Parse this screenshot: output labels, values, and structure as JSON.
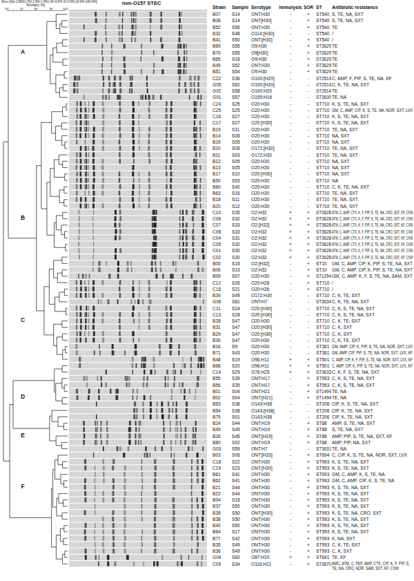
{
  "diagram": {
    "labels": [
      "Dice (Opt:1.50%) (Tol 1.5%-1.5%) (H>0.0% S>0.0%) [0.0%-100.0%]",
      "Similarity (%)",
      "60",
      "70",
      "80",
      "90",
      "100",
      "non-O157 STEC",
      "Strain",
      "Sample",
      "Serotype",
      "hemolysis",
      "SOR",
      "ST",
      "Antibiotic resistance",
      "A",
      "B",
      "C",
      "D",
      "E",
      "F",
      "B07",
      "S14",
      "ONT:H30",
      "-",
      "+",
      "ST540",
      "S, TE, NA, SXT",
      "B08",
      "S14",
      "ONT[H30]",
      "-",
      "+",
      "ST540",
      "S, TE, NA, SXT",
      "B52",
      "S56",
      "ONT:H30",
      "-",
      "+",
      "ST540",
      "TE",
      "B32",
      "S48",
      "O114:[H30]",
      "-",
      "-",
      "ST540",
      "/",
      "B41",
      "S50",
      "ONT:[H30]",
      "-",
      "+",
      "ST540",
      "/",
      "B69",
      "S55",
      "O9:H30",
      "-",
      "+",
      "ST3629",
      "TE",
      "B70",
      "S55",
      "O9[H30]",
      "-",
      "+",
      "ST3629",
      "TE",
      "B65",
      "S18",
      "O9:H30",
      "-",
      "+",
      "ST3629",
      "TE",
      "B49",
      "S52",
      "ONT:H30",
      "-",
      "+",
      "ST3629",
      "TE",
      "B51",
      "S54",
      "O9:H30",
      "-",
      "+",
      "ST3629",
      "TE",
      "C22",
      "S36",
      "O100:[H20]",
      "-",
      "-",
      "ST2514",
      "C, AMP, F, PIP, S, TE, NA, KF",
      "G05",
      "S62",
      "O100:[H20]",
      "-",
      "-",
      "ST2514",
      "C, K, TE, NA, SXT",
      "G02",
      "S58",
      "O100:H20",
      "-",
      "-",
      "ST2514",
      "TE",
      "G01",
      "S57",
      "O159:H16",
      "-",
      "-",
      "ST3630",
      "TE, NA",
      "C24",
      "S25",
      "O20:H30",
      "-",
      "-",
      "ST710",
      "K, S, TE, NA, SXT",
      "C25",
      "S25",
      "O20:H30",
      "-",
      "-",
      "ST710",
      "GM, C, AMP, CIP, K, S, TE, NA, NOR, SXT, LVX",
      "C16",
      "S27",
      "O20:H30",
      "-",
      "-",
      "ST710",
      "K, S, TE, NA, SXT",
      "C17",
      "S27",
      "O20:[H30]",
      "-",
      "-",
      "ST710",
      "K, S, TE, NA, SXT",
      "B19",
      "S11",
      "O20:H30",
      "-",
      "-",
      "ST710",
      "TE, NA, SXT",
      "B14",
      "S08",
      "O20:H30",
      "-",
      "-",
      "ST710",
      "NA, SXT",
      "B15",
      "S05",
      "O20:H30",
      "-",
      "-",
      "ST710",
      "NA, SXT",
      "B10",
      "S08",
      "O172:[H30]",
      "-",
      "-",
      "ST710",
      "TE, NA, SXT",
      "B11",
      "S03",
      "O172:H30",
      "-",
      "-",
      "ST710",
      "TE, NA, SXT",
      "B12",
      "S05",
      "O20:H30",
      "-",
      "-",
      "ST710",
      "NA, SXT",
      "B13",
      "S05",
      "O20:H30",
      "-",
      "-",
      "ST710",
      "NA, SXT",
      "B17",
      "S10",
      "O20:[H30]",
      "-",
      "-",
      "ST710",
      "NA, SXT",
      "B50",
      "S53",
      "O20:H30",
      "-",
      "-",
      "ST710",
      "NA",
      "B60",
      "S40",
      "O20:H30",
      "-",
      "-",
      "ST710",
      "C, K, TE, NA, SXT",
      "B63",
      "S16",
      "O20:H30",
      "-",
      "-",
      "ST710",
      "TE, NA, SXT",
      "B18",
      "S11",
      "O20:H30",
      "-",
      "-",
      "ST710",
      "TE, NA, SXT",
      "B20",
      "S12",
      "O20:H30",
      "-",
      "-",
      "ST710",
      "TE, NA, SXT",
      "C10",
      "S35",
      "O2:H32",
      "+",
      "+",
      "ST3628",
      "ATM, C, AMP, CTX, K, F, PIP, S, TE, NA, CRO, SXT, KF, CXM",
      "C06",
      "S32",
      "O2:H32",
      "+",
      "+",
      "ST3628",
      "ATM, C, AMP, CTX, K, F, PIP, S, TE, NA, CRO, SXT, KF, CXM",
      "C07",
      "S33",
      "O2:[H32]",
      "+",
      "+",
      "ST3628",
      "ATM, C, AMP, CTX, K, F, PIP, S, TE, NA, CRO, SXT, KF, CXM",
      "C08",
      "S33",
      "O2:H32",
      "+",
      "+",
      "ST3628",
      "ATM, C, AMP, CTX, K, F, PIP, S, TE, NA, CRO, SXT, KF, CXM",
      "C04",
      "S31",
      "O2:H32",
      "+",
      "+",
      "ST3628",
      "ATM, C, AMP, CTX, K, F, PIP, S, TE, NA, CRO, SXT, KF, CXM",
      "C05",
      "S32",
      "O2:H32",
      "+",
      "+",
      "ST3628",
      "ATM, C, AMP, CTX, K, F, PIP, S, TE, NA, CRO, SXT, KF, CXM",
      "C01",
      "S30",
      "O2:H32",
      "+",
      "+",
      "ST3628",
      "ATM, C, AMP, CTX, K, F, PIP, S, TE, NA, CRO, SXT, KF, CXM",
      "C02",
      "S30",
      "O2:H32",
      "+",
      "+",
      "ST3628",
      "ATM, C, AMP, CTX, K, F, PIP, S, TE, NA, CRO, SXT, KF, CXM",
      "B05",
      "S15",
      "O2:[H32]",
      "-",
      "+",
      "ST10",
      "GM, C, AMP, CIP, K, PIP, S, TE, NA, SXT",
      "B06",
      "S13",
      "O2:H32",
      "-",
      "+",
      "ST10",
      "GM, C, AMP, CIP, K, PIP, S, TE, NA, SXT",
      "B09",
      "S07",
      "O20:H30",
      "-",
      "+",
      "ST1294",
      "GM, C, AMP, K, F, S, TE, NA, SAM, SXT",
      "C12",
      "S26",
      "O20:H26",
      "-",
      "+",
      "ST710",
      "/",
      "C15",
      "S21",
      "O20:H26",
      "-",
      "+",
      "ST710",
      "/",
      "B34",
      "S49",
      "O172:H30",
      "-",
      "-",
      "ST710",
      "C, K, TE, SXT",
      "G06",
      "S61",
      "ONT:H7",
      "-",
      "-",
      "ST3634",
      "C, K, TE, NA, SXT",
      "C11",
      "S24",
      "O20:[H30]",
      "-",
      "-",
      "ST710",
      "C, K, S, TE, NA, SXT",
      "C13",
      "S28",
      "O20:[H30]",
      "-",
      "-",
      "ST710",
      "C, K, S, TE, NA, SXT",
      "B28",
      "S47",
      "O20:H30",
      "-",
      "-",
      "ST710",
      "C, K, TE, SXT",
      "B31",
      "S47",
      "O20:[H30]",
      "-",
      "-",
      "ST710",
      "C, K, SXT",
      "B29",
      "S47",
      "O20:[H30]",
      "-",
      "-",
      "ST710",
      "C, K, SXT",
      "B30",
      "S47",
      "O20:H30",
      "-",
      "-",
      "ST710",
      "C, K, TE, SXT",
      "B16",
      "S9",
      "O20:H30",
      "-",
      "-",
      "ST361",
      "GM, AMP, CIP, K, PIP, S, TE, NA, NOR, SXT, LVX",
      "B71",
      "S43",
      "O20:H30",
      "-",
      "-",
      "ST361",
      "GM, AMP, CIP, PIP, S, TE, NA, NOR, SXT, LVX, KF",
      "B48",
      "S19",
      "O96:H11",
      "+",
      "+",
      "ST501",
      "C, AMP, CIP, K, F, PIP, S, TE, NA, NOR, SXT, LVX, KF",
      "B68",
      "S20",
      "O96:H11",
      "+",
      "+",
      "ST501",
      "C, AMP, CIP, K, PIP, S, TE, NA, NOR, SXT, LVX, KF",
      "C14",
      "S29",
      "O76:H25",
      "+",
      "+",
      "ST3633",
      "C, K, F, S, TE, NA, SXT",
      "B55",
      "S39",
      "ONT:H17",
      "-",
      "+",
      "ST953",
      "C, K, S, TE, NA, SXT",
      "B56",
      "S39",
      "ONT:H17",
      "-",
      "+",
      "ST953",
      "C, K, S, TE, NA, SXT",
      "B01",
      "S04",
      "ONT:H21",
      "-",
      "+",
      "ST1494",
      "TE, NA",
      "B02",
      "S04",
      "ONT:[H21]",
      "-",
      "+",
      "ST1494",
      "TE, NA",
      "B53",
      "S38",
      "O143:H38",
      "-",
      "-",
      "ST206",
      "CIP, K, S, TE, NA, SXT",
      "B54",
      "S38",
      "O143:[H38]",
      "-",
      "-",
      "ST206",
      "CIP, K, TE, NA, SXT",
      "B79",
      "S01",
      "O143:H38",
      "-",
      "-",
      "ST206",
      "CIP, K, TE, NA, SXT",
      "B24",
      "S44",
      "ONT:H19",
      "-",
      "+",
      "ST88",
      "AMP, S, TE, NA, SXT",
      "B45",
      "S45",
      "ONT:H19",
      "-",
      "+",
      "ST88",
      "S, TE, NA, SXT",
      "B26",
      "S45",
      "ONT:[H19]",
      "-",
      "+",
      "ST88",
      "AMP, PIP, S, TE, NA, SXT, KF",
      "B80",
      "S02",
      "ONT:H19",
      "-",
      "+",
      "ST88",
      "AMP, PIP, NA, SXT",
      "G03",
      "S59",
      "ONT:H7",
      "-",
      "-",
      "ST3631",
      "TE, NA",
      "B03",
      "S06",
      "ONT:[H33]",
      "-",
      "+",
      "ST694",
      "C, CIP, K, S, TE, NA, NOR, SXT, LVX",
      "C18",
      "S22",
      "ONT:H30",
      "-",
      "+",
      "ST993",
      "K, S, TE, NA, SXT",
      "C19",
      "S23",
      "ONT:[H30]",
      "-",
      "+",
      "ST993",
      "K, S, TE, NA, SXT",
      "B61",
      "S41",
      "ONT:H30",
      "-",
      "+",
      "ST993",
      "GM, C, AMP, K, S, TE, NA",
      "B62",
      "S41",
      "ONT:H30",
      "-",
      "+",
      "ST993",
      "GM, C, AMP, CIP, K, S, TE, NA",
      "B21",
      "S44",
      "ONT:H30",
      "-",
      "+",
      "ST993",
      "K, S, TE, NA, SXT",
      "B22",
      "S44",
      "ONT:H30",
      "-",
      "+",
      "ST993",
      "K, S, TE, NA, SXT",
      "B04",
      "S15",
      "ONT:H30",
      "-",
      "+",
      "ST993",
      "K, S, TE, NA, SXT",
      "B37",
      "S50",
      "ONT:H30",
      "-",
      "+",
      "ST993",
      "K, S, TE, NA, SXT",
      "B39",
      "S50",
      "ONT:[H30]",
      "-",
      "+",
      "ST993",
      "K, S, TE, NA, CRO, SXT",
      "B38",
      "S50",
      "ONT:H30",
      "-",
      "+",
      "ST993",
      "K, S, TE, NA, SXT",
      "B40",
      "S50",
      "ONT:H30",
      "-",
      "+",
      "ST993",
      "K, S, TE, NA, SXT",
      "B64",
      "S17",
      "ONT:H30",
      "-",
      "+",
      "ST993",
      "K, S, TE, NA, SXT",
      "B77",
      "S42",
      "ONT:H30",
      "-",
      "+",
      "ST993",
      "K, NA, SXT",
      "B35",
      "S49",
      "ONT:H30",
      "-",
      "+",
      "ST993",
      "C, K, TE, SXT",
      "B36",
      "S49",
      "ONT:H30",
      "-",
      "+",
      "ST993",
      "C, K, SXT",
      "G04",
      "S60",
      "O87:H10",
      "+",
      "+",
      "ST641",
      "TE, KF",
      "C09",
      "S34",
      "O116:H11",
      "-",
      "+",
      "ST3870",
      "AMC, ATM, C, FEP, AMP, CTX, CIP, K, F, PIP, S, TE, NA, CRO, NOR, SAM, SXT, KF, CXM"
    ]
  }
}
